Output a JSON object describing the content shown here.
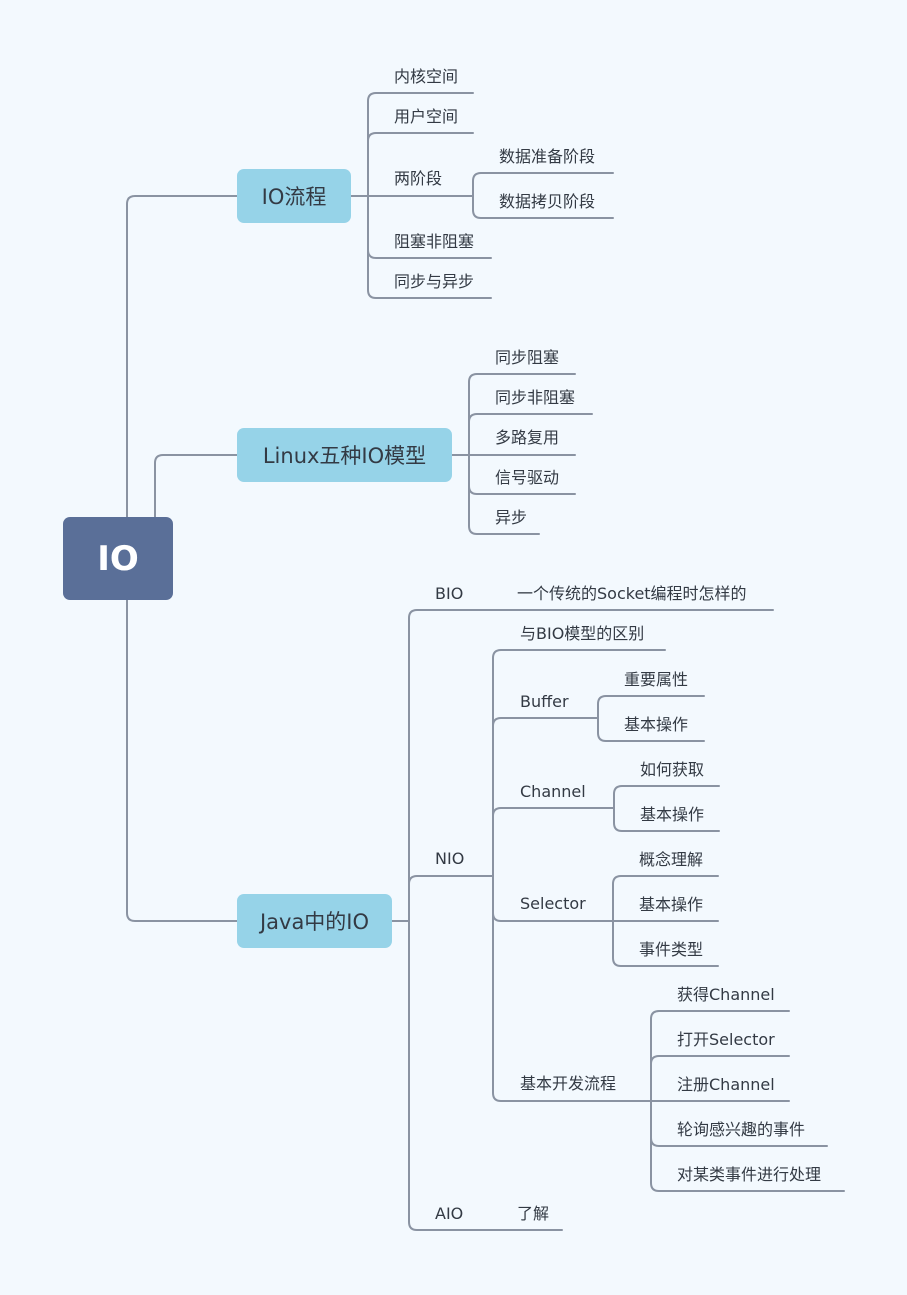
{
  "root": {
    "label": "IO"
  },
  "branches": {
    "io_flow": {
      "label": "IO流程",
      "items": {
        "kernel_space": "内核空间",
        "user_space": "用户空间",
        "two_phase": {
          "label": "两阶段",
          "items": {
            "data_prepare": "数据准备阶段",
            "data_copy": "数据拷贝阶段"
          }
        },
        "blocking": "阻塞非阻塞",
        "sync_async": "同步与异步"
      }
    },
    "linux_io": {
      "label": "Linux五种IO模型",
      "items": {
        "sync_blocking": "同步阻塞",
        "sync_nonblocking": "同步非阻塞",
        "multiplexing": "多路复用",
        "signal_driven": "信号驱动",
        "async": "异步"
      }
    },
    "java_io": {
      "label": "Java中的IO",
      "bio": {
        "label": "BIO",
        "detail": "一个传统的Socket编程时怎样的"
      },
      "nio": {
        "label": "NIO",
        "diff": "与BIO模型的区别",
        "buffer": {
          "label": "Buffer",
          "items": {
            "important_props": "重要属性",
            "basic_ops": "基本操作"
          }
        },
        "channel": {
          "label": "Channel",
          "items": {
            "how_to_get": "如何获取",
            "basic_ops": "基本操作"
          }
        },
        "selector": {
          "label": "Selector",
          "items": {
            "concept": "概念理解",
            "basic_ops": "基本操作",
            "event_types": "事件类型"
          }
        },
        "dev_flow": {
          "label": "基本开发流程",
          "items": {
            "get_channel": "获得Channel",
            "open_selector": "打开Selector",
            "register_channel": "注册Channel",
            "poll_events": "轮询感兴趣的事件",
            "handle_events": "对某类事件进行处理"
          }
        }
      },
      "aio": {
        "label": "AIO",
        "detail": "了解"
      }
    }
  }
}
